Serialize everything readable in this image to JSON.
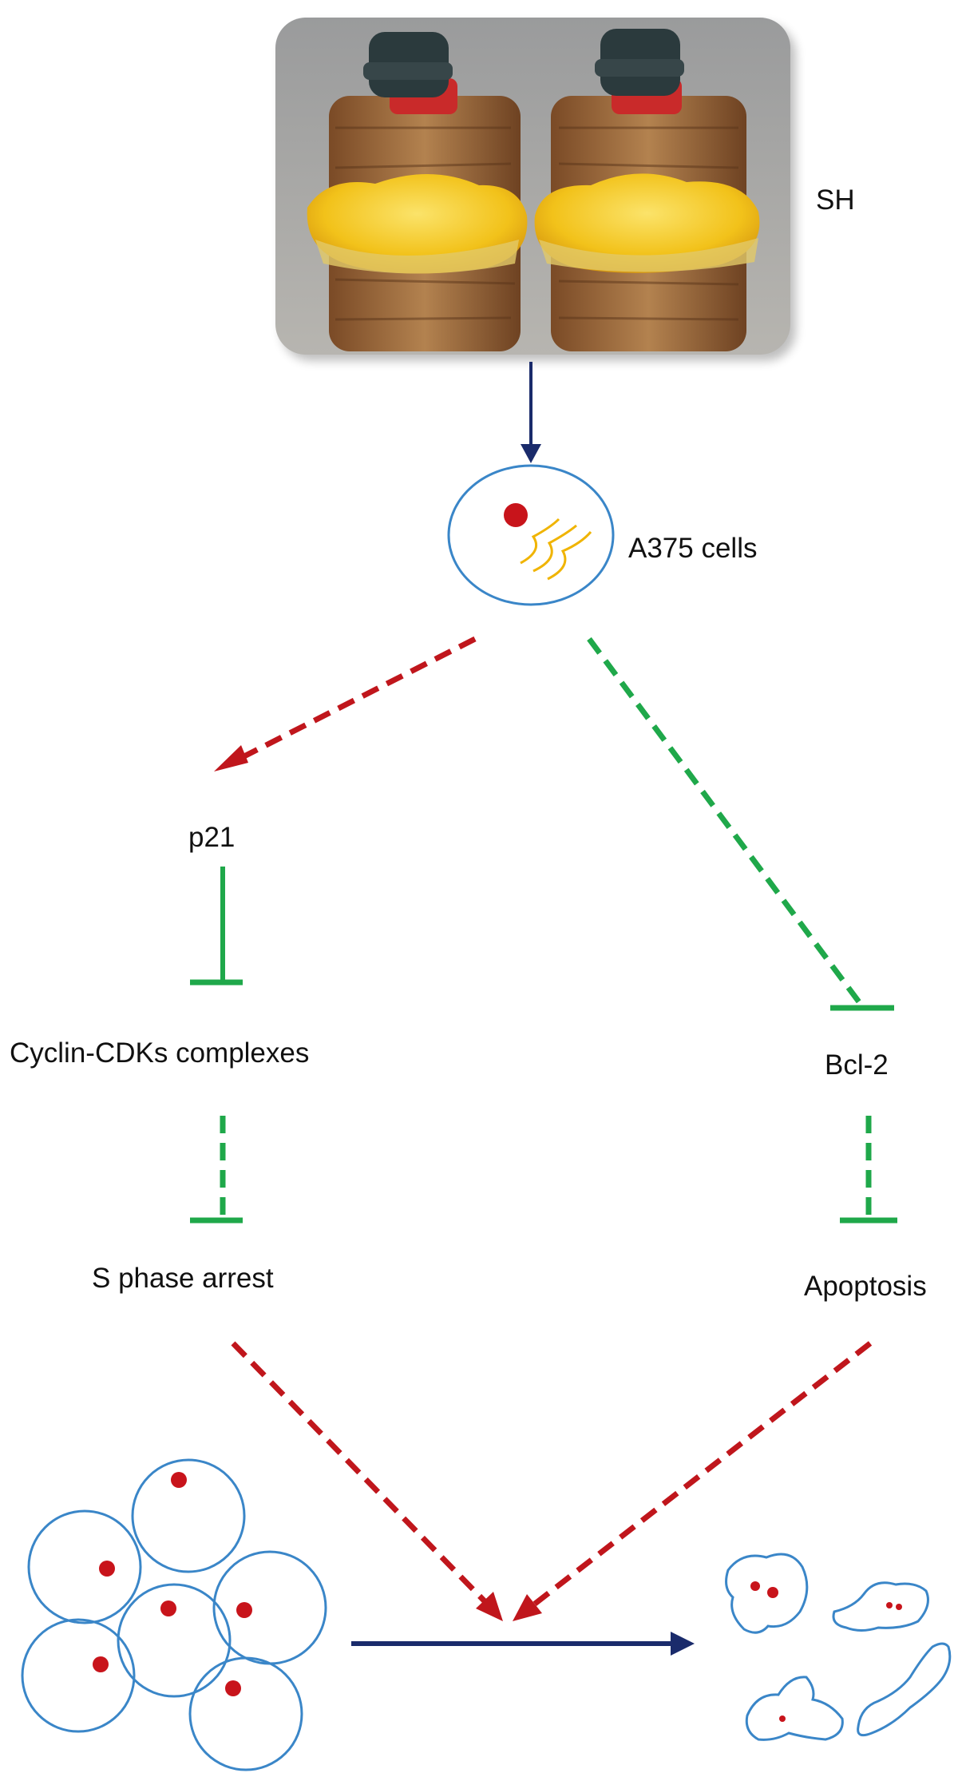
{
  "labels": {
    "sh": "SH",
    "a375": "A375 cells",
    "p21": "p21",
    "cyclin": "Cyclin-CDKs complexes",
    "bcl2": "Bcl-2",
    "s_phase": "S phase arrest",
    "apoptosis": "Apoptosis"
  },
  "colors": {
    "navy": "#1a2b6b",
    "red_dashed": "#c0161c",
    "green_inhibit": "#1fa84a",
    "cell_outline": "#3a86c8",
    "nucleus": "#c8141b",
    "mitochondria": "#f0b400",
    "mushroom_yellow": "#f2c21a"
  },
  "icons": {
    "photo": "mushroom-bottles-photo",
    "cell": "cell-icon",
    "healthy_cells": "healthy-cell-cluster-icon",
    "dead_cells": "apoptotic-cell-fragments-icon"
  }
}
